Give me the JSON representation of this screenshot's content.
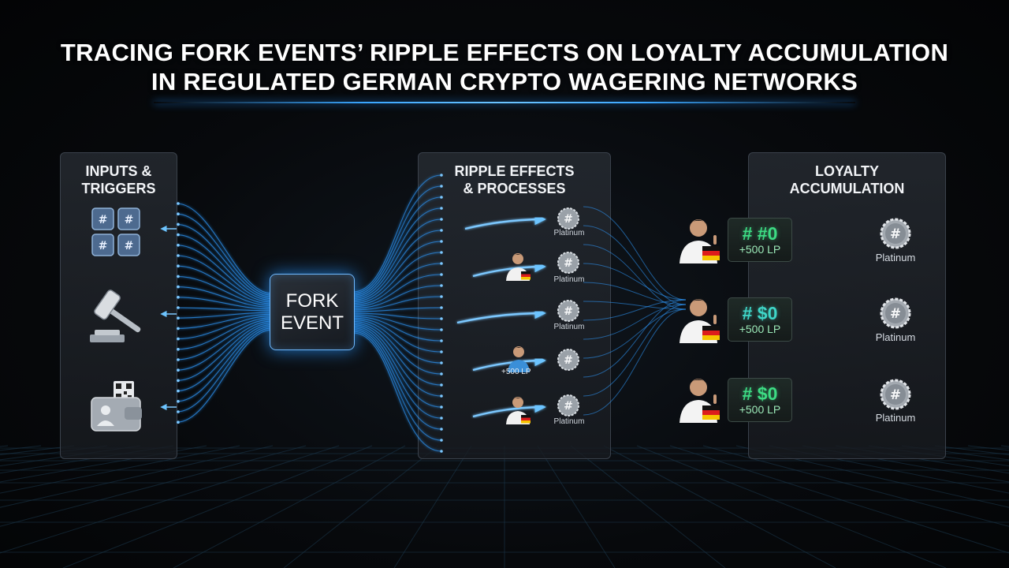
{
  "title": {
    "line1": "TRACING FORK EVENTS’ RIPPLE EFFECTS ON LOYALTY ACCUMULATION",
    "line2": "IN REGULATED GERMAN CRYPTO WAGERING NETWORKS"
  },
  "panels": {
    "inputs": {
      "title_line1": "INPUTS &",
      "title_line2": "TRIGGERS"
    },
    "ripple": {
      "title_line1": "RIPPLE EFFECTS",
      "title_line2": "& PROCESSES"
    },
    "loyalty": {
      "title_line1": "LOYALTY",
      "title_line2": "ACCUMULATION"
    }
  },
  "fork": {
    "line1": "FORK",
    "line2": "EVENT"
  },
  "inputs": [
    {
      "icon": "hash-blocks-icon"
    },
    {
      "icon": "gavel-icon"
    },
    {
      "icon": "wallet-qr-icon"
    }
  ],
  "ripple": {
    "tier_labels": [
      "Platinum",
      "Platinum",
      "Platinum",
      "Platinum"
    ],
    "small_lp": "+500 LP"
  },
  "loyalty_rows": [
    {
      "amount": "# #0",
      "points": "+500 LP",
      "tier": "Platinum"
    },
    {
      "amount": "# $0",
      "points": "+500 LP",
      "tier": "Platinum"
    },
    {
      "amount": "# $0",
      "points": "+500 LP",
      "tier": "Platinum"
    }
  ],
  "colors": {
    "flow": "#2f9bff",
    "flow_bright": "#7cc8ff",
    "amount_green": "#3ddc84",
    "amount_teal": "#3fd6c8",
    "flag_black": "#111111",
    "flag_red": "#dd1c1c",
    "flag_gold": "#f5c400"
  }
}
